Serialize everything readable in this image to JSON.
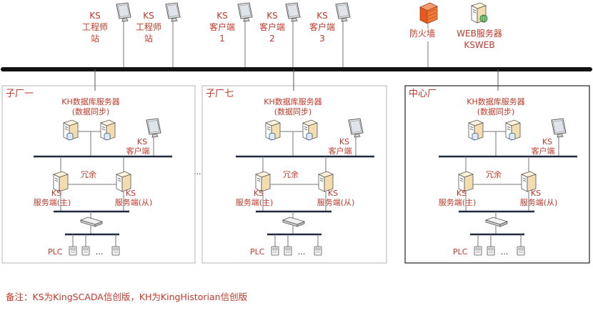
{
  "top": {
    "clients": [
      {
        "line1": "KS",
        "line2": "工程师",
        "line3": "站"
      },
      {
        "line1": "KS",
        "line2": "工程师",
        "line3": "站"
      },
      {
        "line1": "KS",
        "line2": "客户端",
        "line3": "1"
      },
      {
        "line1": "KS",
        "line2": "客户端",
        "line3": "2"
      },
      {
        "line1": "KS",
        "line2": "客户端",
        "line3": "3"
      }
    ],
    "firewall_label": "防火墙",
    "web_server": {
      "line1": "WEB服务器",
      "line2": "KSWEB"
    }
  },
  "ellipsis_between": "...",
  "sites": [
    {
      "title": "子厂一"
    },
    {
      "title": "子厂七"
    },
    {
      "title": "中心厂"
    }
  ],
  "site_common": {
    "db_line1": "KH数据库服务器",
    "db_line2": "(数据同步)",
    "client_line1": "KS",
    "client_line2": "客户端",
    "redundancy": "冗余",
    "server_master_line1": "KS",
    "server_master_line2": "服务端(主)",
    "server_slave_line1": "KS",
    "server_slave_line2": "服务端(从)",
    "plc_label": "PLC",
    "plc_ellipsis": "..."
  },
  "footnote": "备注：KS为KingSCADA信创版，KH为KingHistorian信创版",
  "colors": {
    "text_accent": "#c0392b",
    "bus": "#111111",
    "lan": "#1f2a3d",
    "firewall": "#e8581f"
  }
}
